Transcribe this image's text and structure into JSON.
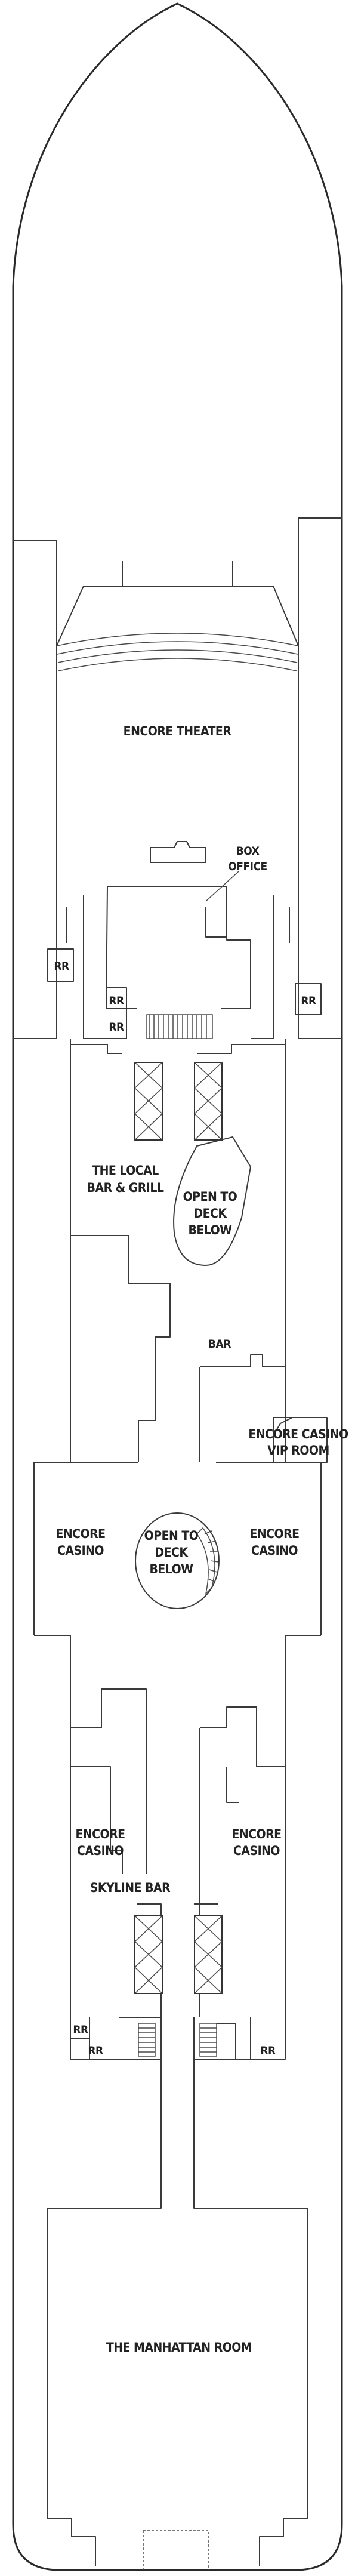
{
  "deck": {
    "rooms": {
      "theater": "ENCORE THEATER",
      "box_office": [
        "BOX",
        "OFFICE"
      ],
      "local_bar": [
        "THE LOCAL",
        "BAR & GRILL"
      ],
      "open_to_deck_below_1": [
        "OPEN TO",
        "DECK",
        "BELOW"
      ],
      "bar": "BAR",
      "casino_vip": [
        "ENCORE CASINO",
        "VIP ROOM"
      ],
      "casino_left": [
        "ENCORE",
        "CASINO"
      ],
      "open_to_deck_below_2": [
        "OPEN TO",
        "DECK",
        "BELOW"
      ],
      "casino_right": [
        "ENCORE",
        "CASINO"
      ],
      "casino_lower_left": [
        "ENCORE",
        "CASINO"
      ],
      "casino_lower_right": [
        "ENCORE",
        "CASINO"
      ],
      "skyline_bar": "SKYLINE BAR",
      "manhattan_room": "THE MANHATTAN ROOM"
    },
    "restrooms": {
      "rr_left": "RR",
      "rr_right": "RR",
      "rr_center_1": "RR",
      "rr_center_2": "RR",
      "rr_lower_1": "RR",
      "rr_lower_2": "RR",
      "rr_lower_3": "RR"
    }
  }
}
